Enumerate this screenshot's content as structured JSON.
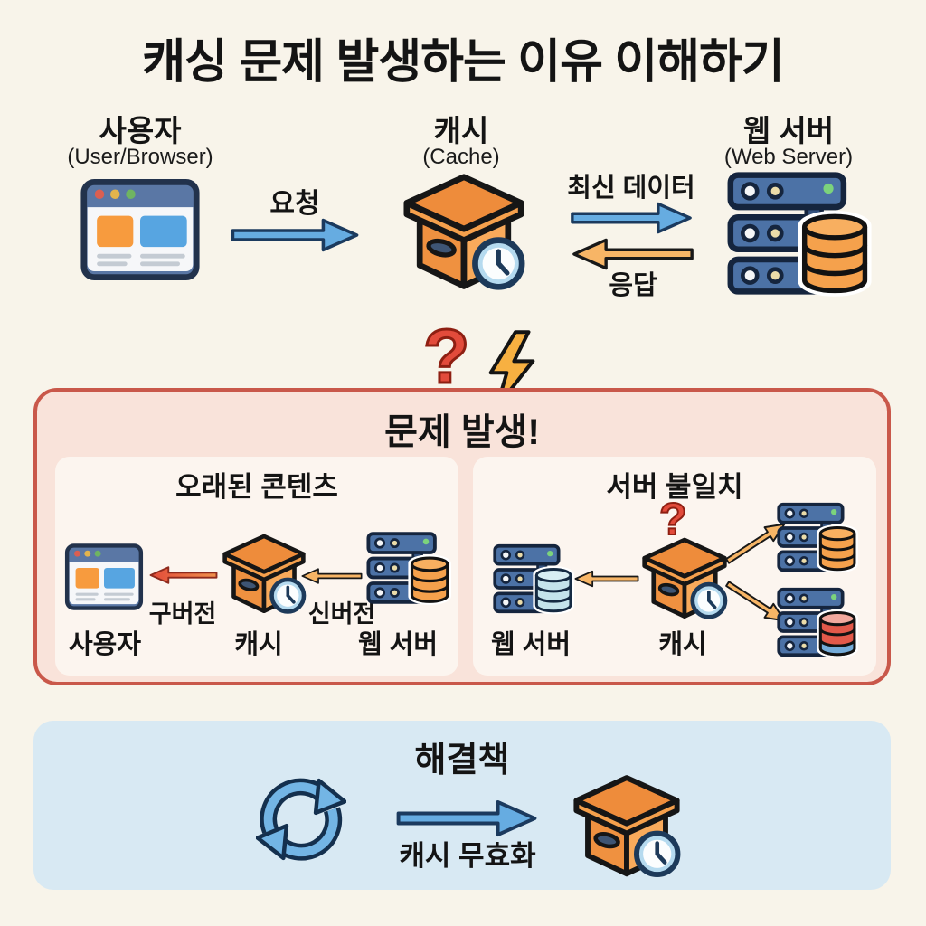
{
  "title": "캐싱 문제 발생하는 이유 이해하기",
  "top_flow": {
    "user": {
      "label": "사용자",
      "sublabel": "(User/Browser)"
    },
    "cache": {
      "label": "캐시",
      "sublabel": "(Cache)"
    },
    "server": {
      "label": "웹 서버",
      "sublabel": "(Web Server)"
    },
    "request_label": "요청",
    "latest_label": "최신 데이터",
    "response_label": "응답"
  },
  "problem": {
    "alert_question": "?",
    "heading": "문제 발생!",
    "stale": {
      "title": "오래된 콘텐츠",
      "old_version_label": "구버전",
      "new_version_label": "신버전",
      "user_label": "사용자",
      "cache_label": "캐시",
      "server_label": "웹 서버"
    },
    "mismatch": {
      "title": "서버 불일치",
      "question": "?",
      "server_label": "웹 서버",
      "cache_label": "캐시"
    }
  },
  "solution": {
    "heading": "해결책",
    "arrow_label": "캐시 무효화"
  },
  "colors": {
    "background": "#F8F4EA",
    "problem_border": "#C9584A",
    "problem_fill": "#F9E3DA",
    "subpanel_fill": "#FCF5EF",
    "solution_fill": "#D8E9F3",
    "arrow_blue": "#66ACE1",
    "arrow_orange": "#F7B566",
    "arrow_red": "#E24B3A",
    "accent_red": "#E24B3B",
    "box_orange": "#F5A04C",
    "server_blue": "#4C72A6"
  }
}
